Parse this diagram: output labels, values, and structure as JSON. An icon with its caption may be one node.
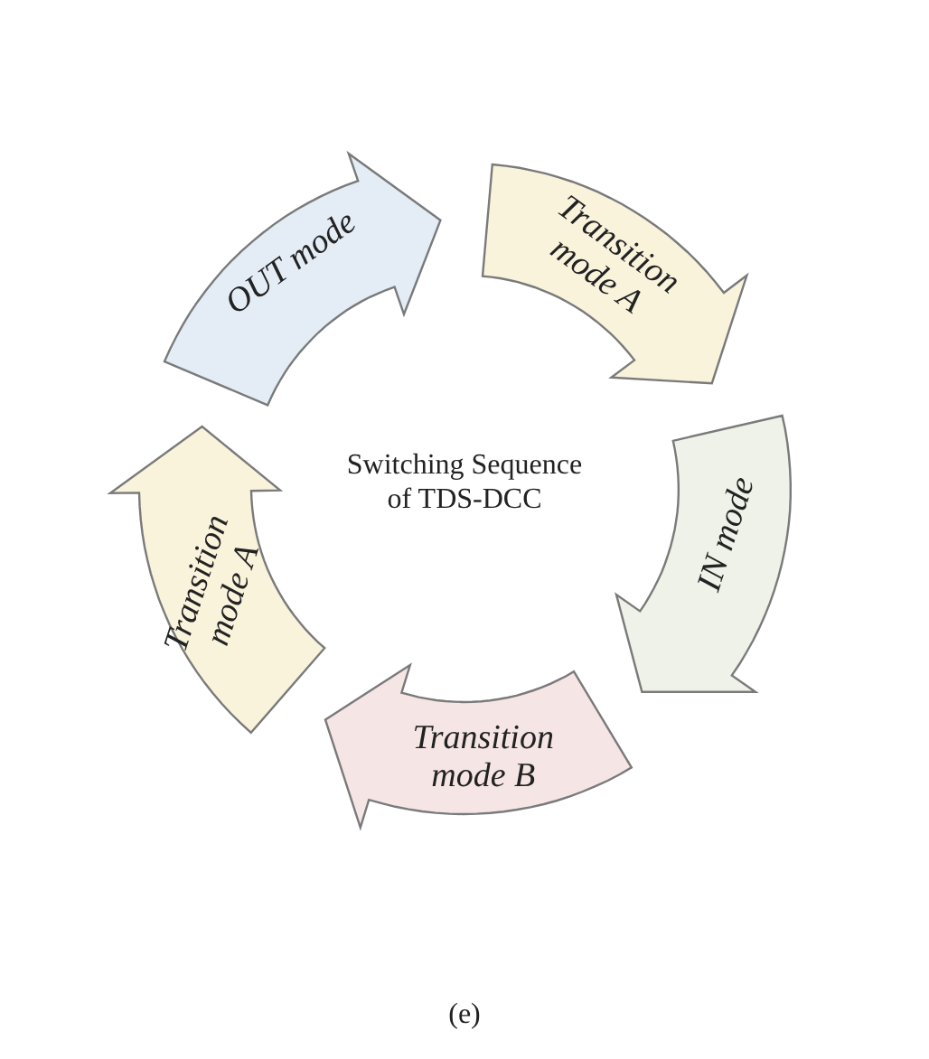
{
  "diagram": {
    "caption": "(e)",
    "nodes": [
      {
        "text": [
          "OUT mode"
        ]
      },
      {
        "text": [
          "Transition mode A"
        ]
      },
      {
        "text": [
          "IN mode"
        ]
      },
      {
        "text": [
          "Transition mode B"
        ]
      },
      {
        "text": [
          "Transition mode A"
        ]
      }
    ],
    "labels": [
      "Switching Sequence of TDS-DCC"
    ]
  }
}
